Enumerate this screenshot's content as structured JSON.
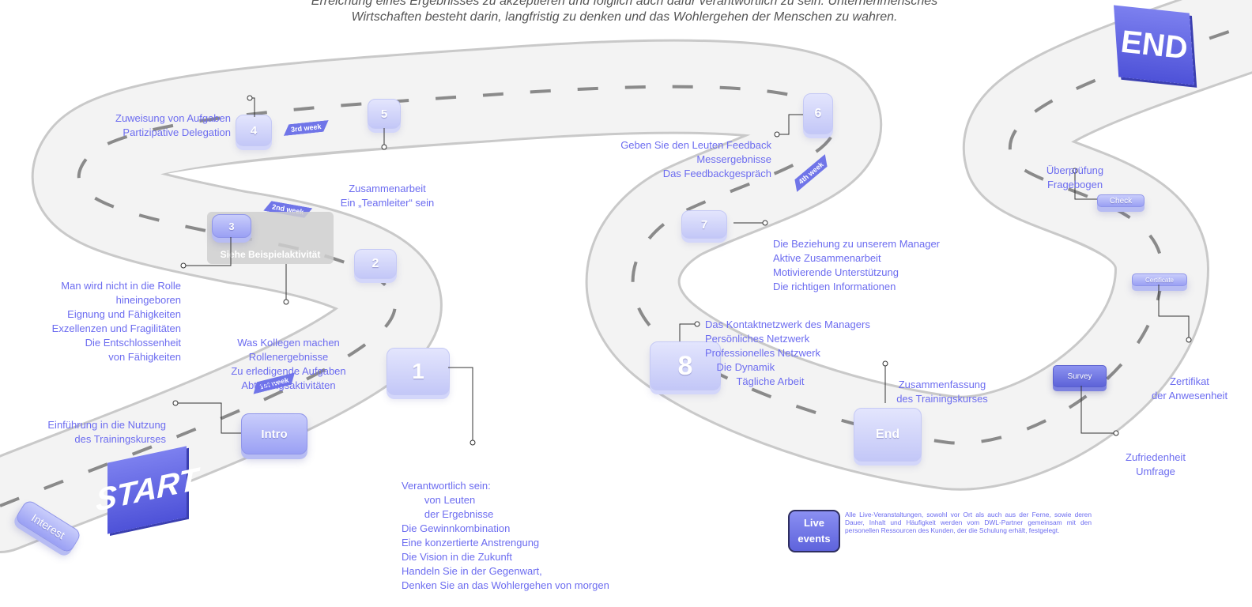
{
  "header": {
    "line1": "Erreichung eines Ergebnisses zu akzeptieren und folglich auch dafür verantwortlich zu sein. Unternehmerisches",
    "line2": "Wirtschaften besteht darin, langfristig zu denken und das Wohlergehen der Menschen zu wahren."
  },
  "signs": {
    "start": "START",
    "end": "END",
    "interest": "Interest"
  },
  "weeks": {
    "w1": "1st week",
    "w2": "2nd week",
    "w3": "3rd week",
    "w4": "4th week"
  },
  "keys": {
    "intro": "Intro",
    "k1": "1",
    "k2": "2",
    "k3": "3",
    "k4": "4",
    "k5": "5",
    "k6": "6",
    "k7": "7",
    "k8": "8",
    "end": "End",
    "survey": "Survey",
    "certificate": "Certificate",
    "check": "Check"
  },
  "sample_activity": "Siehe Beispielaktivität",
  "labels": {
    "intro": [
      "Einführung in die Nutzung",
      "des Trainingskurses"
    ],
    "k1": [
      "Verantwortlich sein:",
      "        von Leuten",
      "        der Ergebnisse",
      "Die Gewinnkombination",
      "Eine konzertierte Anstrengung",
      "Die Vision in die Zukunft",
      "Handeln Sie in der Gegenwart,",
      "Denken Sie an das Wohlergehen von morgen"
    ],
    "k2": [
      "Was Kollegen machen",
      "Rollenergebnisse",
      "Zu erledigende Aufgaben",
      "Abteilungsaktivitäten"
    ],
    "k3": [
      "Man wird nicht in die Rolle",
      "hineingeboren",
      "Eignung und Fähigkeiten",
      "Exzellenzen und Fragilitäten",
      "Die Entschlossenheit",
      "von Fähigkeiten"
    ],
    "k4": [
      "Zuweisung von Aufgaben",
      "Partizipative Delegation"
    ],
    "k5": [
      "Zusammenarbeit",
      "Ein „Teamleiter“ sein"
    ],
    "k6": [
      "Geben Sie den Leuten Feedback",
      "Messergebnisse",
      "Das Feedbackgespräch"
    ],
    "k7": [
      "Die Beziehung zu unserem Manager",
      "Aktive Zusammenarbeit",
      "Motivierende Unterstützung",
      "Die richtigen Informationen"
    ],
    "k8": [
      "Das Kontaktnetzwerk des Managers",
      "Persönliches Netzwerk",
      "Professionelles Netzwerk",
      "    Die Dynamik",
      "           Tägliche Arbeit"
    ],
    "end": [
      "Zusammenfassung",
      "des Trainingskurses"
    ],
    "survey": [
      "Zufriedenheit",
      "Umfrage"
    ],
    "certificate": [
      "Zertifikat",
      "der Anwesenheit"
    ],
    "check": [
      "Überprüfung",
      "Fragebogen"
    ]
  },
  "live": {
    "title_line1": "Live",
    "title_line2": "events",
    "note": "Alle Live-Veranstaltungen, sowohl vor Ort als auch aus der Ferne, sowie deren Dauer, Inhalt und Häufigkeit werden vom DWL-Partner gemeinsam mit den personellen Ressourcen des Kunden, der die Schulung erhält, festgelegt."
  },
  "colors": {
    "label": "#6c6cf0",
    "road_edge": "#888888",
    "road_fill": "#f1f1f1",
    "sign": "#5b5fe0"
  }
}
